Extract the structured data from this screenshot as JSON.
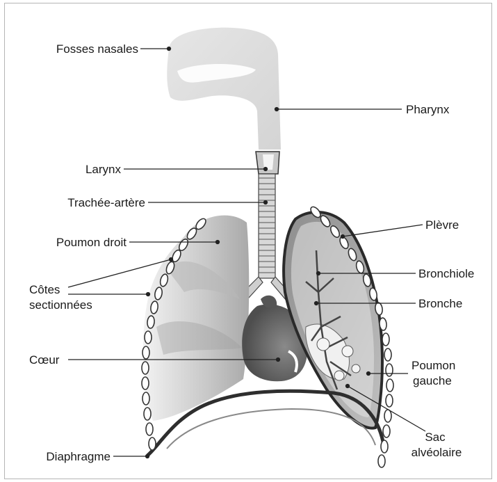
{
  "labels": {
    "fosses_nasales": "Fosses nasales",
    "pharynx": "Pharynx",
    "larynx": "Larynx",
    "trachee": "Trachée-artère",
    "poumon_droit": "Poumon droit",
    "cotes_1": "Côtes",
    "cotes_2": "sectionnées",
    "plevre": "Plèvre",
    "bronchiole": "Bronchiole",
    "bronche": "Bronche",
    "coeur": "Cœur",
    "poumon_gauche_1": "Poumon",
    "poumon_gauche_2": "gauche",
    "diaphragme": "Diaphragme",
    "sac_1": "Sac",
    "sac_2": "alvéolaire"
  }
}
